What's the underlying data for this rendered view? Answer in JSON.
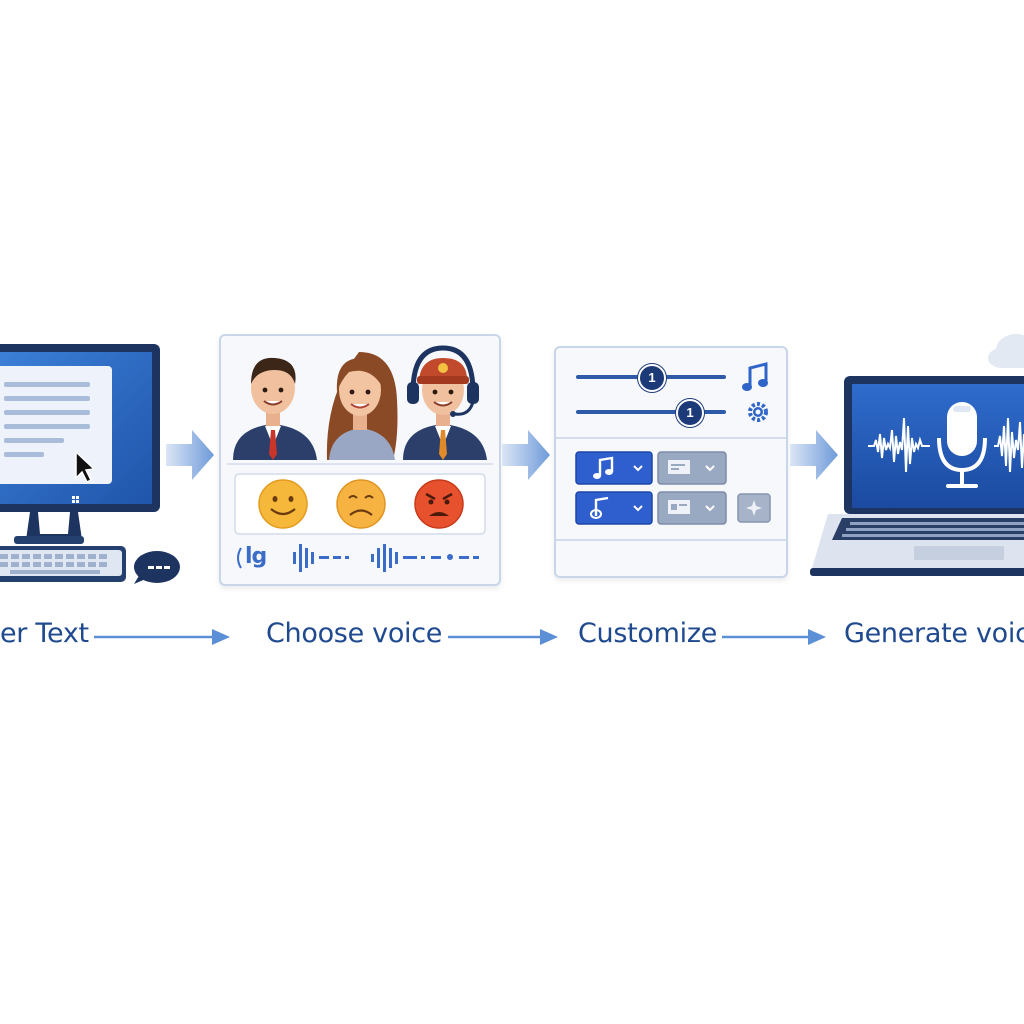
{
  "steps": [
    {
      "label": "er Text",
      "icon": "desktop-computer-icon"
    },
    {
      "label": "Choose voice",
      "icon": "voice-avatars-panel"
    },
    {
      "label": "Customize",
      "icon": "settings-panel"
    },
    {
      "label": "Generate voice",
      "icon": "laptop-microphone-icon"
    }
  ],
  "voice_panel": {
    "avatars": [
      "man-avatar-icon",
      "woman-avatar-icon",
      "headset-agent-avatar-icon"
    ],
    "emotions": [
      "happy-face-icon",
      "sad-face-icon",
      "angry-face-icon"
    ],
    "waveform_text": "lg"
  },
  "customize_panel": {
    "slider_values": [
      "1",
      "1"
    ],
    "slider_icons": [
      "music-note-icon",
      "gear-icon"
    ]
  },
  "colors": {
    "label": "#1f4a8f",
    "accent": "#2f64c8",
    "arrow": "#5b8fd6",
    "panel_border": "#c9d6ea"
  }
}
